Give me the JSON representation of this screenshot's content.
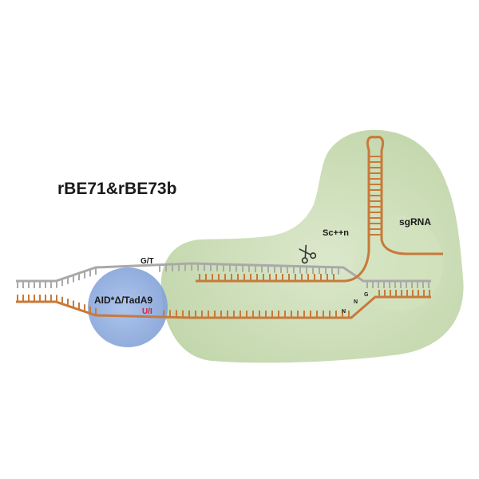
{
  "title": "rBE71&rBE73b",
  "labels": {
    "mismatch": "G/T",
    "deaminase": "AID*Δ/TadA9",
    "edit": "U/I",
    "nickase": "Sc++n",
    "guide": "sgRNA",
    "pam_n1": "N",
    "pam_n2": "N",
    "pam_g": "G"
  },
  "colors": {
    "strand": "#c8793a",
    "nontarget_strand": "#a9a9a9",
    "cas9_body": "#c9dbb5",
    "deaminase_body": "#8aa8de",
    "edit_text": "#e0202a"
  }
}
